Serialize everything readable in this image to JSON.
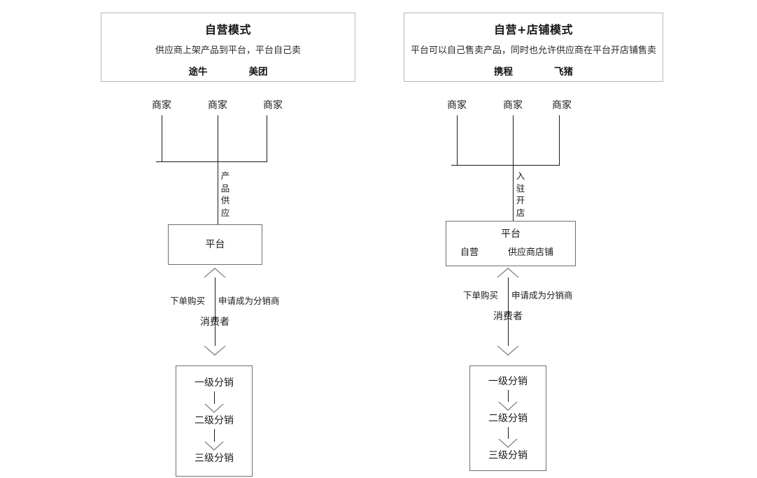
{
  "diagram": {
    "title_not_shown": "",
    "panels": [
      {
        "id": "self-operated",
        "header": {
          "title": "自营模式",
          "description": "供应商上架产品到平台，平台自己卖",
          "brands": [
            "途牛",
            "美团"
          ]
        },
        "merchants": [
          "商家",
          "商家",
          "商家"
        ],
        "flow_label": "产品供应",
        "platform": {
          "name": "平台",
          "sub_labels": []
        },
        "consumer": {
          "left_label": "下单购买",
          "right_label": "申请成为分销商",
          "name": "消费者"
        },
        "distribution": [
          "一级分销",
          "二级分销",
          "三级分销"
        ]
      },
      {
        "id": "self-operated-plus-shop",
        "header": {
          "title": "自营+店铺模式",
          "description": "平台可以自己售卖产品，同时也允许供应商在平台开店铺售卖",
          "brands": [
            "携程",
            "飞猪"
          ]
        },
        "merchants": [
          "商家",
          "商家",
          "商家"
        ],
        "flow_label": "入驻开店",
        "platform": {
          "name": "平台",
          "sub_labels": [
            "自营",
            "供应商店铺"
          ]
        },
        "consumer": {
          "left_label": "下单购买",
          "right_label": "申请成为分销商",
          "name": "消费者"
        },
        "distribution": [
          "一级分销",
          "二级分销",
          "三级分销"
        ]
      }
    ]
  },
  "colors": {
    "line": "#1a1a1a",
    "box_border": "#6f6f6f",
    "arrow_outline": "#8a8a8a",
    "background": "#ffffff",
    "text": "#1a1a1a"
  }
}
